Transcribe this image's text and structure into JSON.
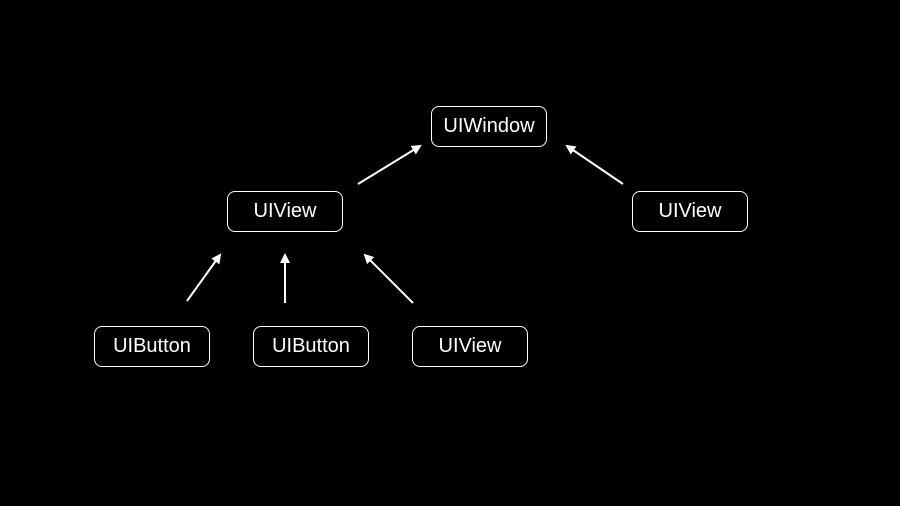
{
  "nodes": {
    "window": "UIWindow",
    "view_a": "UIView",
    "view_b": "UIView",
    "button_1": "UIButton",
    "button_2": "UIButton",
    "view_c": "UIView"
  },
  "edges": [
    {
      "from": "view_a",
      "to": "window"
    },
    {
      "from": "view_b",
      "to": "window"
    },
    {
      "from": "button_1",
      "to": "view_a"
    },
    {
      "from": "button_2",
      "to": "view_a"
    },
    {
      "from": "view_c",
      "to": "view_a"
    }
  ],
  "colors": {
    "background": "#000000",
    "foreground": "#ffffff"
  }
}
